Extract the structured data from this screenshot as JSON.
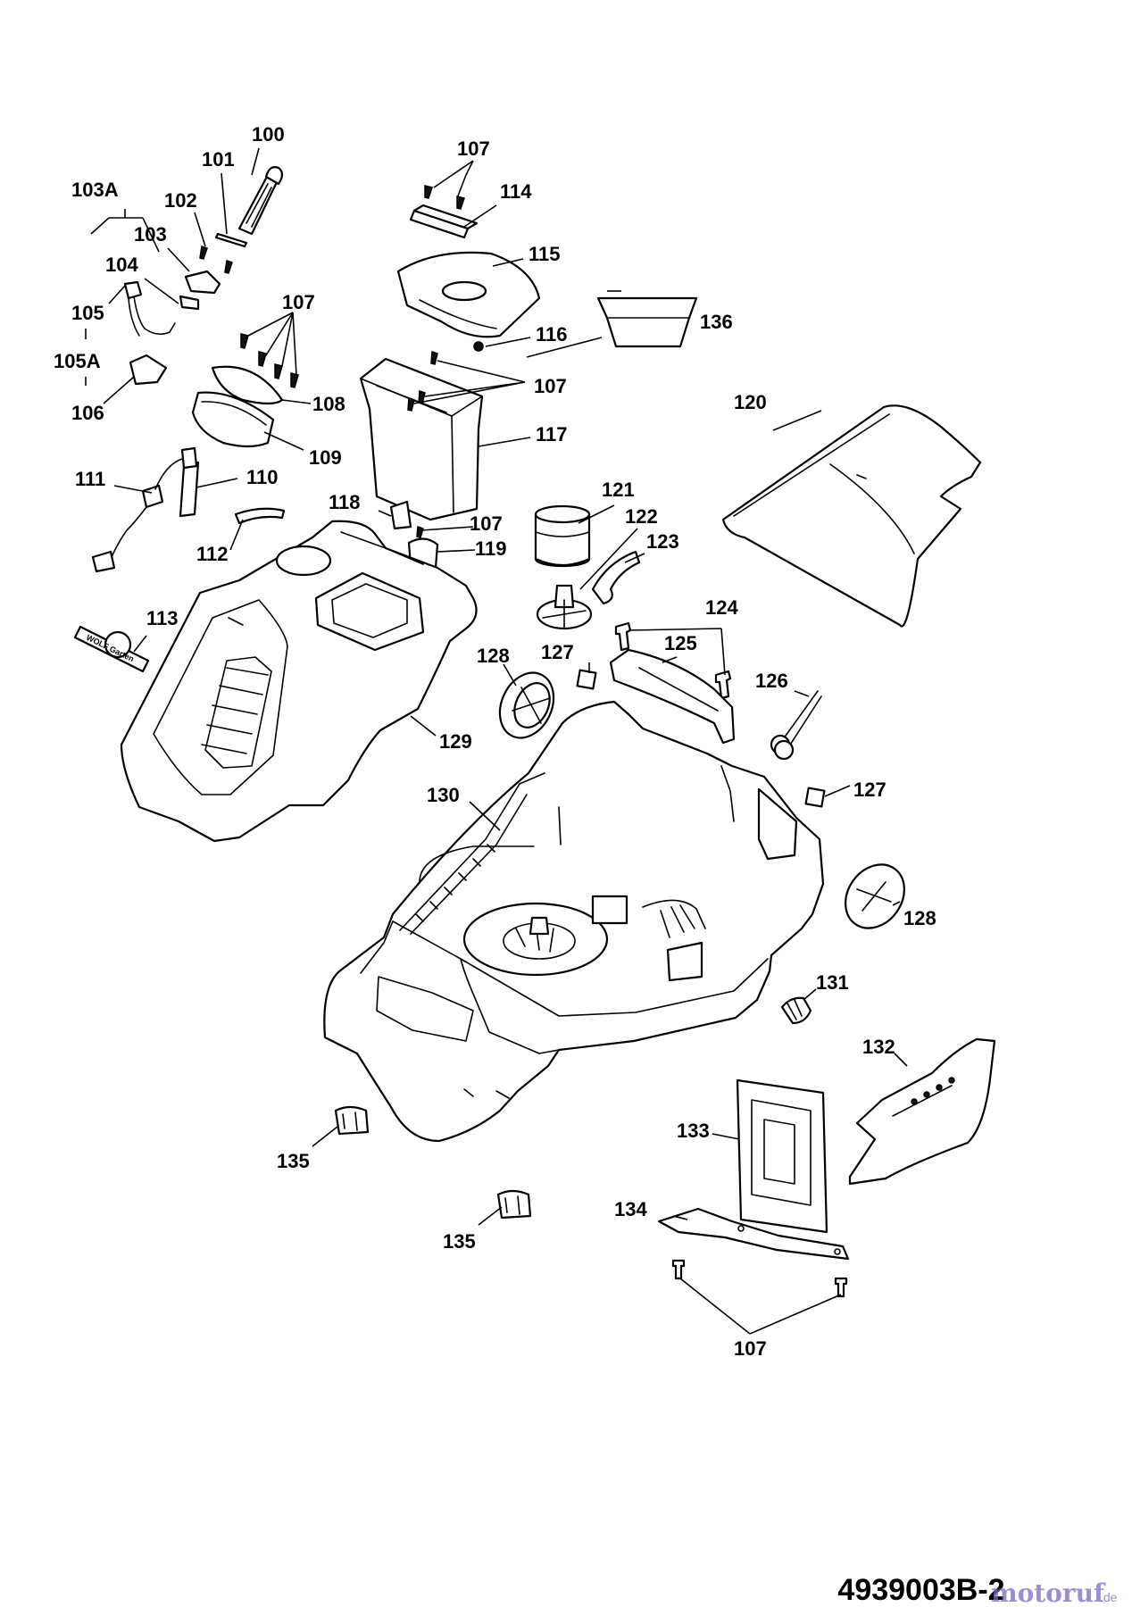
{
  "callouts": [
    {
      "id": "100",
      "label": "100"
    },
    {
      "id": "101",
      "label": "101"
    },
    {
      "id": "102",
      "label": "102"
    },
    {
      "id": "103A",
      "label": "103A"
    },
    {
      "id": "103",
      "label": "103"
    },
    {
      "id": "104",
      "label": "104"
    },
    {
      "id": "105",
      "label": "105"
    },
    {
      "id": "105A",
      "label": "105A"
    },
    {
      "id": "106",
      "label": "106"
    },
    {
      "id": "107a",
      "label": "107"
    },
    {
      "id": "107b",
      "label": "107"
    },
    {
      "id": "107c",
      "label": "107"
    },
    {
      "id": "107d",
      "label": "107"
    },
    {
      "id": "107e",
      "label": "107"
    },
    {
      "id": "108",
      "label": "108"
    },
    {
      "id": "109",
      "label": "109"
    },
    {
      "id": "110",
      "label": "110"
    },
    {
      "id": "111",
      "label": "111"
    },
    {
      "id": "112",
      "label": "112"
    },
    {
      "id": "113",
      "label": "113"
    },
    {
      "id": "114",
      "label": "114"
    },
    {
      "id": "115",
      "label": "115"
    },
    {
      "id": "116",
      "label": "116"
    },
    {
      "id": "117",
      "label": "117"
    },
    {
      "id": "118",
      "label": "118"
    },
    {
      "id": "119",
      "label": "119"
    },
    {
      "id": "120",
      "label": "120"
    },
    {
      "id": "121",
      "label": "121"
    },
    {
      "id": "122",
      "label": "122"
    },
    {
      "id": "123",
      "label": "123"
    },
    {
      "id": "124",
      "label": "124"
    },
    {
      "id": "125",
      "label": "125"
    },
    {
      "id": "126",
      "label": "126"
    },
    {
      "id": "127a",
      "label": "127"
    },
    {
      "id": "127b",
      "label": "127"
    },
    {
      "id": "128a",
      "label": "128"
    },
    {
      "id": "128b",
      "label": "128"
    },
    {
      "id": "129",
      "label": "129"
    },
    {
      "id": "130",
      "label": "130"
    },
    {
      "id": "131",
      "label": "131"
    },
    {
      "id": "132",
      "label": "132"
    },
    {
      "id": "133",
      "label": "133"
    },
    {
      "id": "134",
      "label": "134"
    },
    {
      "id": "135a",
      "label": "135"
    },
    {
      "id": "135b",
      "label": "135"
    },
    {
      "id": "136",
      "label": "136"
    }
  ],
  "drawing_number": "4939003B-2",
  "watermark": {
    "text": "motoruf",
    "suffix": ".de"
  },
  "logo_text": "WOLF Garten"
}
